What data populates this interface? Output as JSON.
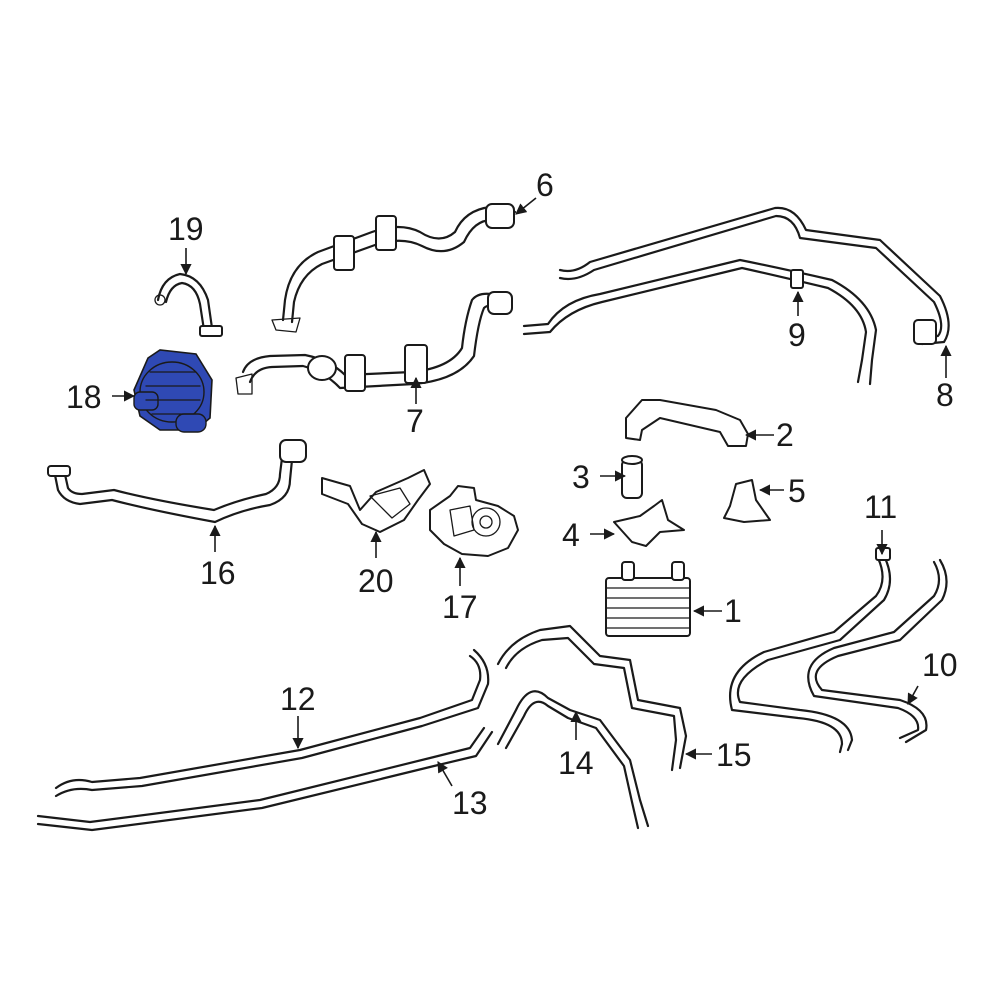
{
  "diagram": {
    "highlight_color": "#2f49b4",
    "line_color": "#1a1a1a",
    "background_color": "#ffffff",
    "highlighted_part": "18",
    "callouts": {
      "p1": "1",
      "p2": "2",
      "p3": "3",
      "p4": "4",
      "p5": "5",
      "p6": "6",
      "p7": "7",
      "p8": "8",
      "p9": "9",
      "p10": "10",
      "p11": "11",
      "p12": "12",
      "p13": "13",
      "p14": "14",
      "p15": "15",
      "p16": "16",
      "p17": "17",
      "p18": "18",
      "p19": "19",
      "p20": "20"
    }
  }
}
